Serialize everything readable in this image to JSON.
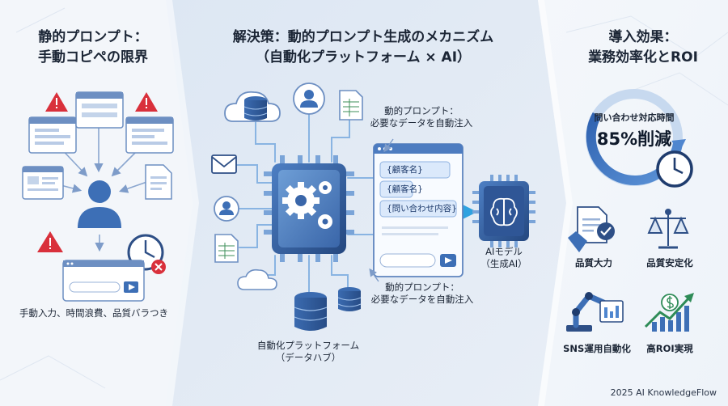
{
  "left": {
    "title_line1": "静的プロンプト：",
    "title_line2": "手動コピペの限界",
    "caption": "手動入力、時間浪費、品質バラつき"
  },
  "center": {
    "title_line1": "解決策：動的プロンプト生成のメカニズム",
    "title_line2": "（自動化プラットフォーム × AI）",
    "prompt_label_top_1": "動的プロンプト：",
    "prompt_label_top_2": "必要なデータを自動注入",
    "prompt_label_bottom_1": "動的プロンプト：",
    "prompt_label_bottom_2": "必要なデータを自動注入",
    "field_1": "{顧客名}",
    "field_2": "{顧客名}",
    "field_3": "{問い合わせ内容}",
    "hub_label_1": "自動化プラットフォーム",
    "hub_label_2": "（データハブ）",
    "ai_label_1": "AIモデル",
    "ai_label_2": "（生成AI）"
  },
  "right": {
    "title_line1": "導入効果：",
    "title_line2": "業務効率化とROI",
    "metric_label": "問い合わせ対応時間",
    "metric_value": "85%削減",
    "effects": [
      "品質大力",
      "品質安定化",
      "SNS運用自動化",
      "高ROI実現"
    ]
  },
  "footer": "2025 AI KnowledgeFlow",
  "colors": {
    "primary": "#3d6fb6",
    "dark": "#1f3c6e",
    "warning": "#d9303b",
    "accent": "#2fa2e0",
    "success": "#2e8b57"
  }
}
